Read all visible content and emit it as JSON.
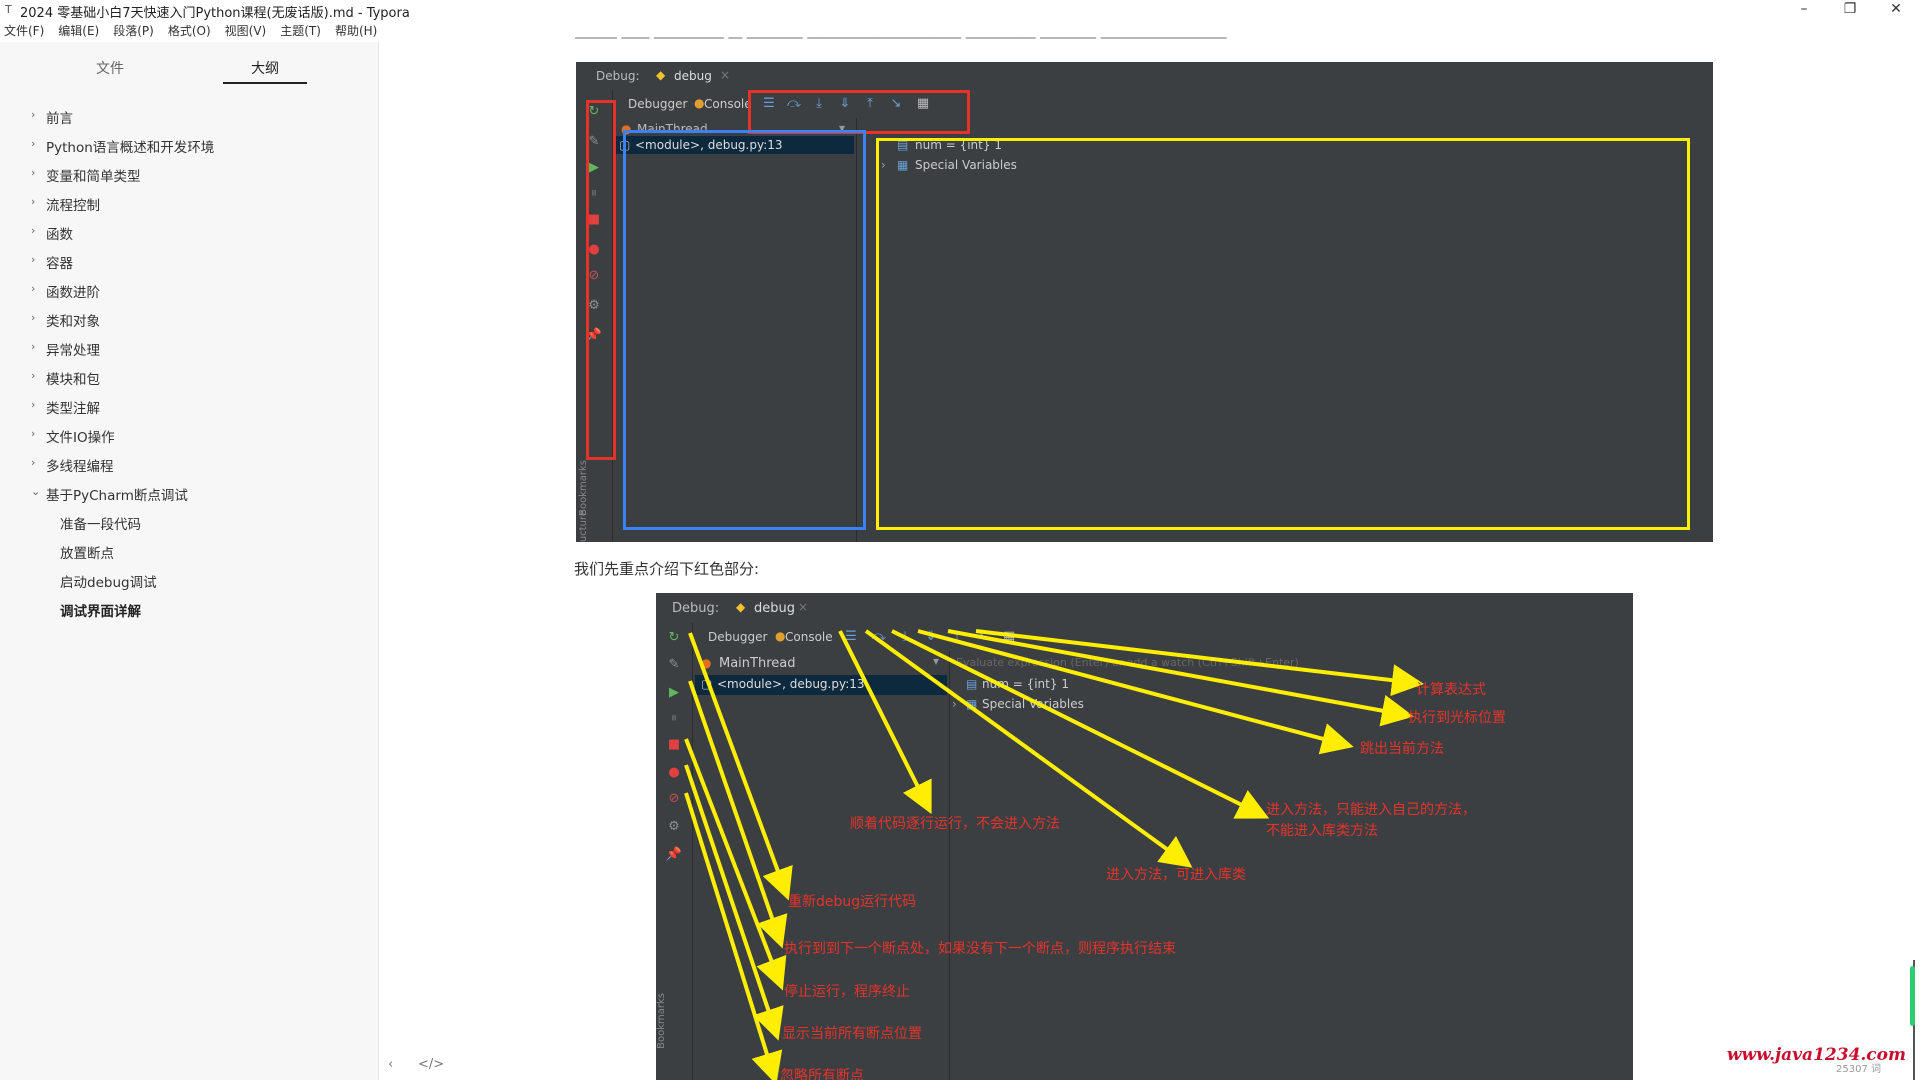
{
  "window": {
    "title": "2024 零基础小白7天快速入门Python课程(无废话版).md - Typora",
    "controls": [
      "–",
      "❐",
      "✕"
    ]
  },
  "menu": [
    "文件(F)",
    "编辑(E)",
    "段落(P)",
    "格式(O)",
    "视图(V)",
    "主题(T)",
    "帮助(H)"
  ],
  "sidebar": {
    "tabs": [
      "文件",
      "大纲"
    ],
    "active_tab": "大纲",
    "outline": [
      {
        "label": "前言",
        "expanded": false
      },
      {
        "label": "Python语言概述和开发环境",
        "expanded": false
      },
      {
        "label": "变量和简单类型",
        "expanded": false
      },
      {
        "label": "流程控制",
        "expanded": false
      },
      {
        "label": "函数",
        "expanded": false
      },
      {
        "label": "容器",
        "expanded": false
      },
      {
        "label": "函数进阶",
        "expanded": false
      },
      {
        "label": "类和对象",
        "expanded": false
      },
      {
        "label": "异常处理",
        "expanded": false
      },
      {
        "label": "模块和包",
        "expanded": false
      },
      {
        "label": "类型注解",
        "expanded": false
      },
      {
        "label": "文件IO操作",
        "expanded": false
      },
      {
        "label": "多线程编程",
        "expanded": false
      },
      {
        "label": "基于PyCharm断点调试",
        "expanded": true
      }
    ],
    "subitems": [
      {
        "label": "准备一段代码"
      },
      {
        "label": "放置断点"
      },
      {
        "label": "启动debug调试"
      },
      {
        "label": "调试界面详解",
        "current": true
      }
    ],
    "footer": {
      "left": "‹",
      "source": "</>"
    }
  },
  "content": {
    "paragraph": "我们先重点介绍下红色部分:",
    "ide1": {
      "debug_label": "Debug:",
      "run_tab": "debug",
      "tab_debugger": "Debugger",
      "tab_console": "Console",
      "thread": "MainThread",
      "frame": "<module>, debug.py:13",
      "var_num": "num = {int} 1",
      "special_vars": "Special Variables",
      "side_labels": [
        "Bookmarks",
        "Structure"
      ]
    },
    "ide2": {
      "debug_label": "Debug:",
      "run_tab": "debug",
      "tab_debugger": "Debugger",
      "tab_console": "Console",
      "thread": "MainThread",
      "frame": "<module>, debug.py:13",
      "eval_hint": "Evaluate expression (Enter) or add a watch (Ctrl+Shift+Enter)",
      "var_num": "num = {int} 1",
      "special_vars": "Special Variables",
      "side_label": "Bookmarks"
    },
    "annotations": {
      "eval": "计算表达式",
      "run_to_cursor": "执行到光标位置",
      "step_out": "跳出当前方法",
      "step_into_my": "进入方法，只能进入自己的方法，",
      "step_into_my_2": "不能进入库类方法",
      "step_into": "进入方法，可进入库类",
      "step_over": "顺着代码逐行运行，不会进入方法",
      "rerun": "重新debug运行代码",
      "resume": "执行到到下一个断点处，如果没有下一个断点，则程序执行结束",
      "stop": "停止运行，程序终止",
      "view_breakpoints": "显示当前所有断点位置",
      "mute_breakpoints": "忽略所有断点"
    },
    "watermark": "www.java1234.com",
    "status_count": "25307 词"
  },
  "colors": {
    "ide_bg": "#3c3f41",
    "annotation_red": "#e5332a",
    "highlight_yellow": "#ffee00",
    "highlight_blue": "#3b82f6"
  }
}
